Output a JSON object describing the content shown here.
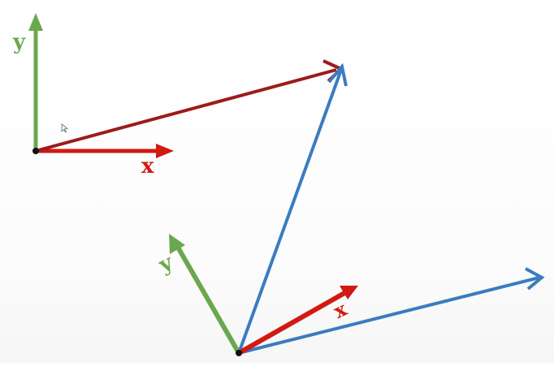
{
  "colors": {
    "x_axis": "#d01a12",
    "y_axis": "#6aa84f",
    "vector_dark_red": "#9b1c1c",
    "vector_blue": "#3a7cc0",
    "origin": "#111111"
  },
  "top_frame": {
    "x_label": "x",
    "y_label": "y"
  },
  "bottom_frame": {
    "x_label": "x",
    "y_label": "y"
  },
  "icons": {
    "cursor": "mouse-pointer-icon"
  }
}
